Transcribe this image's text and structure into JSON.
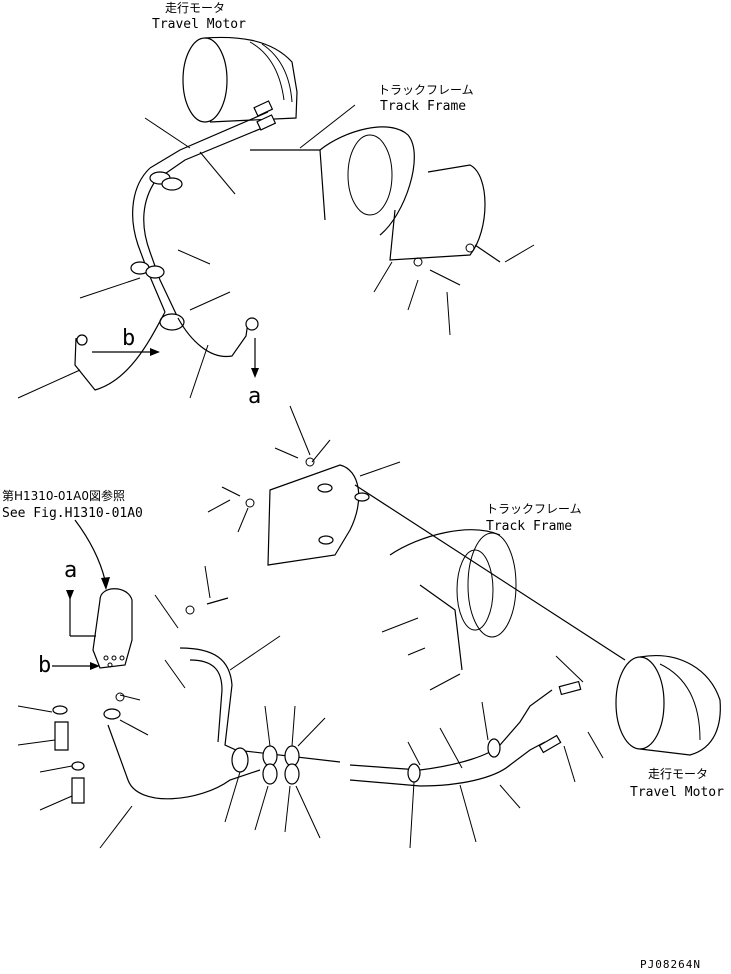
{
  "labels": {
    "travel_motor_top_jp": "走行モータ",
    "travel_motor_top_en": "Travel Motor",
    "track_frame_top_jp": "トラックフレーム",
    "track_frame_top_en": "Track Frame",
    "arrow_b_top": "b",
    "arrow_a_top": "a",
    "see_fig_jp": "第H1310-01A0図参照",
    "see_fig_en": "See Fig.H1310-01A0",
    "arrow_a_left": "a",
    "arrow_b_left": "b",
    "track_frame_bottom_jp": "トラックフレーム",
    "track_frame_bottom_en": "Track Frame",
    "travel_motor_bottom_jp": "走行モータ",
    "travel_motor_bottom_en": "Travel Motor",
    "drawing_code": "PJ08264N"
  }
}
